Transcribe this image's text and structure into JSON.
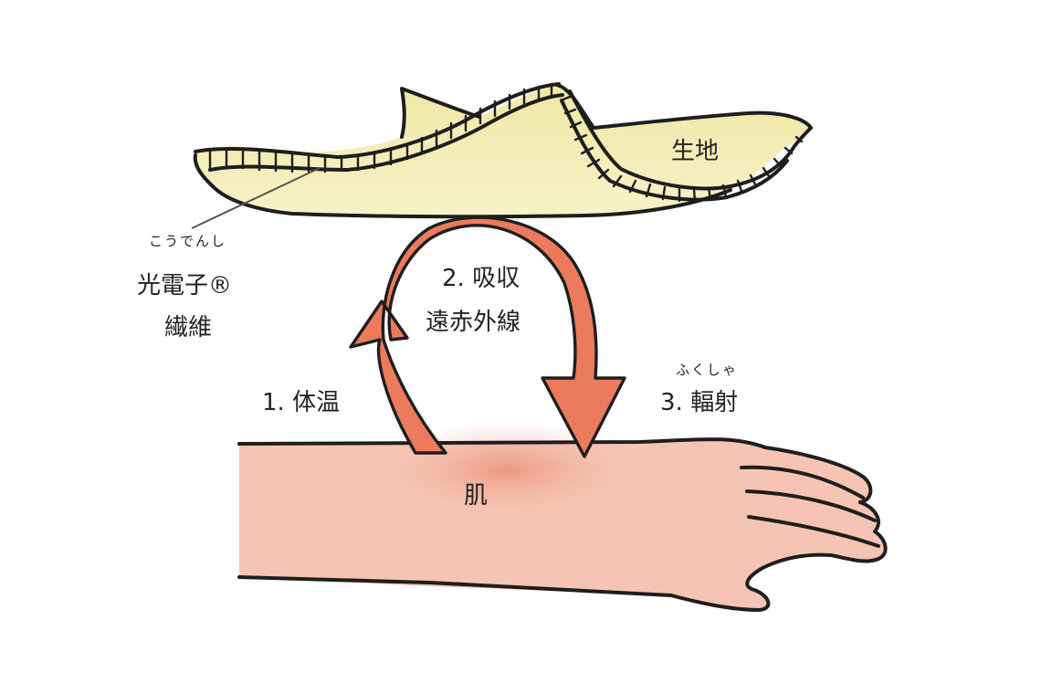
{
  "fabric": {
    "label": "生地"
  },
  "fiber": {
    "ruby": "こうでんし",
    "name_line1": "光電子®",
    "name_line2": "繊維"
  },
  "steps": {
    "body_heat": "1. 体温",
    "absorb_line1": "2. 吸収",
    "absorb_line2": "遠赤外線",
    "radiation_ruby": "ふくしゃ",
    "radiation": "3. 輻射"
  },
  "skin": {
    "label": "肌"
  },
  "colors": {
    "fabric_fill": "#f4eeb4",
    "skin_fill": "#f6c4b4",
    "arrow_fill": "#ec7a5c",
    "outline": "#1e1e1e"
  }
}
